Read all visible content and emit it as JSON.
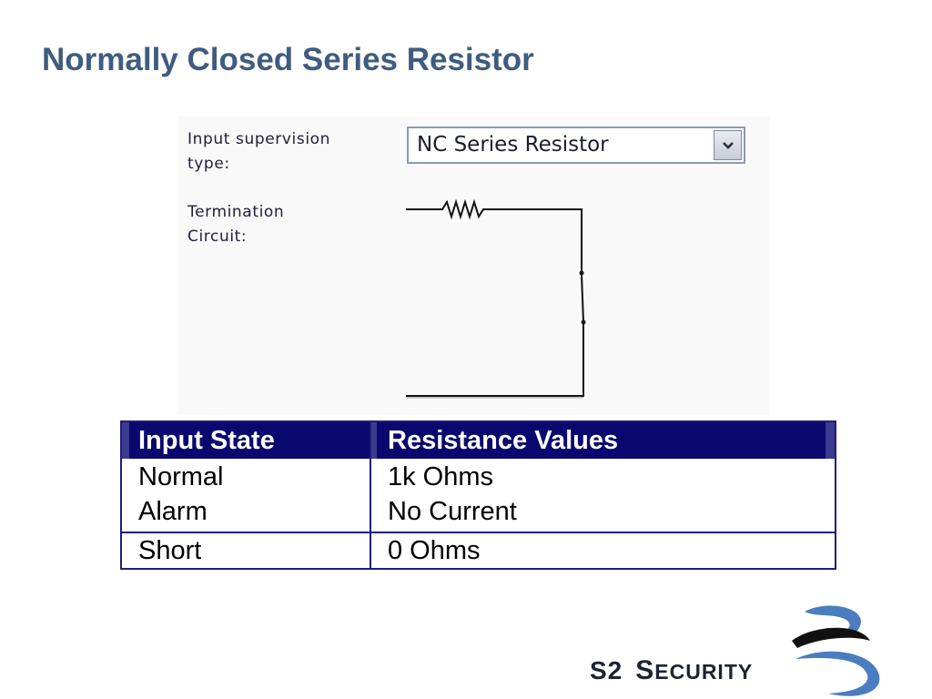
{
  "slide": {
    "title": "Normally Closed Series Resistor"
  },
  "screenshot": {
    "supervision_label_line1": "Input supervision",
    "supervision_label_line2": "type:",
    "supervision_select_value": "NC Series Resistor",
    "termination_label_line1": "Termination",
    "termination_label_line2": "Circuit:"
  },
  "table": {
    "headers": [
      "Input State",
      "Resistance Values"
    ],
    "rows": [
      {
        "state": "Normal",
        "value": "1k Ohms"
      },
      {
        "state": "Alarm",
        "value": "No Current"
      },
      {
        "state": "Short",
        "value": "0 Ohms"
      }
    ]
  },
  "logo": {
    "text": "S2 Security"
  },
  "colors": {
    "title": "#3f5c7f",
    "table_header_bg": "#08086e",
    "table_border": "#1e1e7a",
    "logo_swoosh": "#4a7cc0"
  }
}
